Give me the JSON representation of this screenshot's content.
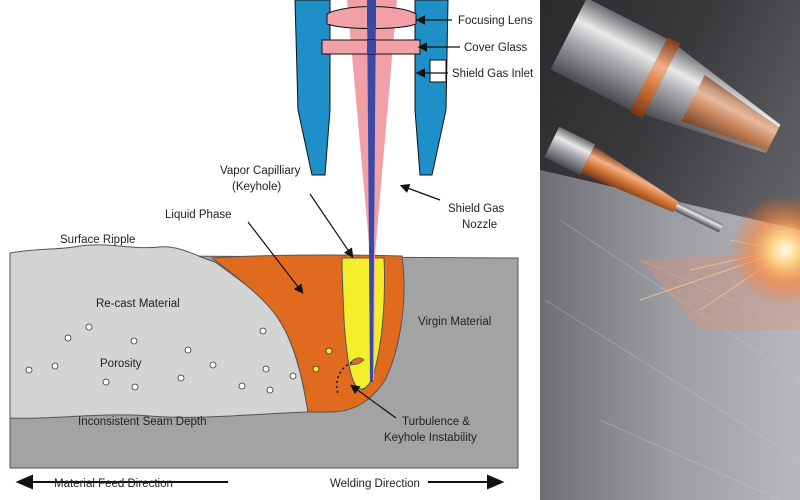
{
  "diagram": {
    "labels": {
      "focusing_lens": "Focusing Lens",
      "cover_glass": "Cover Glass",
      "shield_gas_inlet": "Shield Gas Inlet",
      "vapor_capillary_1": "Vapor Capilliary",
      "vapor_capillary_2": "(Keyhole)",
      "liquid_phase": "Liquid Phase",
      "shield_gas_nozzle_1": "Shield Gas",
      "shield_gas_nozzle_2": "Nozzle",
      "surface_ripple": "Surface Ripple",
      "recast_material": "Re-cast Material",
      "virgin_material": "Virgin Material",
      "porosity": "Porosity",
      "inconsistent_seam_depth": "Inconsistent Seam Depth",
      "turbulence_1": "Turbulence &",
      "turbulence_2": "Keyhole Instability",
      "material_feed_direction": "Material Feed Direction",
      "welding_direction": "Welding Direction"
    },
    "colors": {
      "nozzle": "#1e8fc7",
      "laser_cone": "#f2a0a8",
      "laser_core": "#3a49a8",
      "melt_pool": "#e06a1e",
      "keyhole": "#f2ef2a",
      "virgin_material": "#a3a3a3",
      "recast_material": "#d4d4d4"
    }
  },
  "photo": {
    "description_icon": "laser-welding-photo"
  }
}
